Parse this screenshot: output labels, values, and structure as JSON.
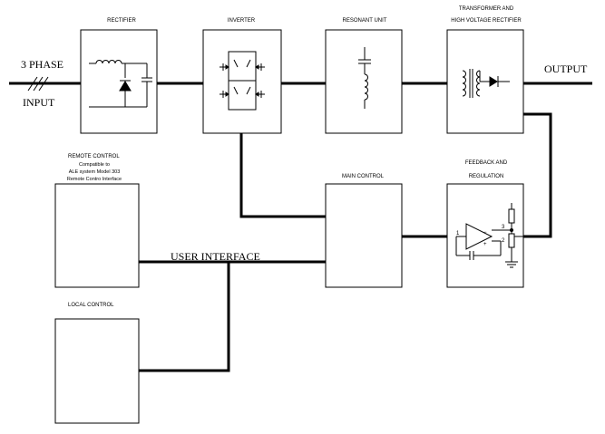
{
  "blocks": {
    "rectifier": "RECTIFIER",
    "inverter": "INVERTER",
    "resonant_unit": "RESONANT UNIT",
    "transformer_line1": "TRANSFORMER AND",
    "transformer_line2": "HIGH VOLTAGE RECTIFIER",
    "main_control": "MAIN CONTROL",
    "feedback_line1": "FEEDBACK AND",
    "feedback_line2": "REGULATION",
    "remote_control": "REMOTE CONTROL",
    "remote_sub1": "Compatible to",
    "remote_sub2": "ALE system Model 303",
    "remote_sub3": "Remote Contro Interface",
    "local_control": "LOCAL CONTROL"
  },
  "signals": {
    "three_phase": "3 PHASE",
    "input": "INPUT",
    "output": "OUTPUT",
    "user_interface": "USER INTERFACE"
  },
  "opamp_pins": {
    "pin1": "1",
    "pin2": "2",
    "pin3": "3",
    "minus": "−",
    "plus": "+"
  }
}
